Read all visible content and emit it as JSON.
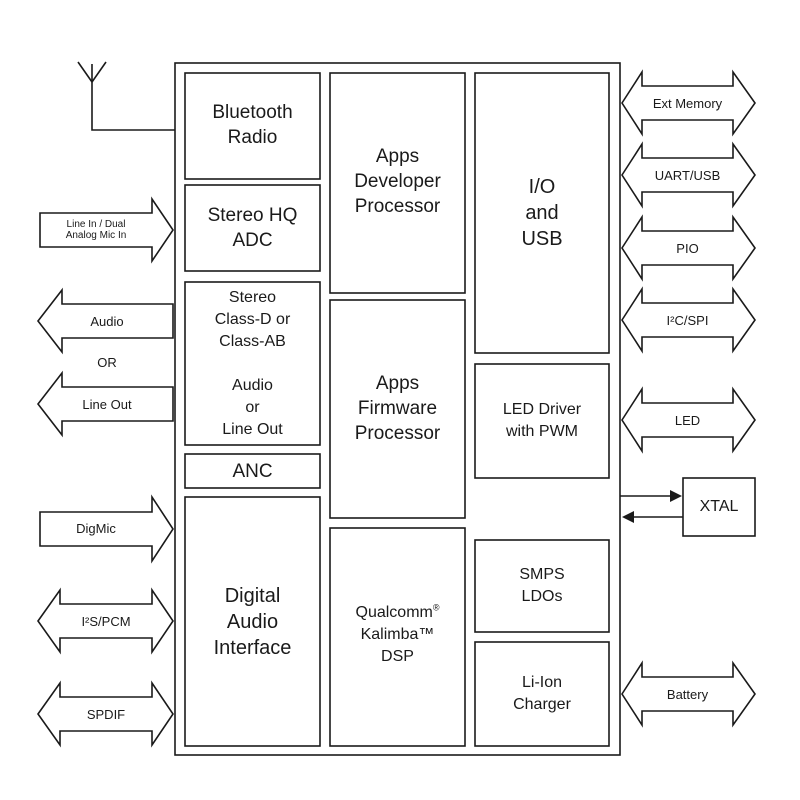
{
  "blocks": {
    "bluetooth_radio": "Bluetooth\nRadio",
    "stereo_adc": "Stereo HQ\nADC",
    "class_d": "Stereo\nClass-D or\nClass-AB\n\nAudio\nor\nLine Out",
    "anc": "ANC",
    "digital_audio": "Digital\nAudio\nInterface",
    "apps_developer": "Apps\nDeveloper\nProcessor",
    "apps_firmware": "Apps\nFirmware\nProcessor",
    "qualcomm_name": "Qualcomm",
    "qualcomm_reg": "®",
    "kalimba_dsp": "Kalimba™\nDSP",
    "io_usb": "I/O\nand\nUSB",
    "led_driver": "LED Driver\nwith PWM",
    "smps": "SMPS\nLDOs",
    "charger": "Li-Ion\nCharger",
    "xtal": "XTAL"
  },
  "left_ports": {
    "line_in": "Line In / Dual\nAnalog Mic In",
    "audio": "Audio",
    "or": "OR",
    "line_out": "Line Out",
    "digmic": "DigMic",
    "i2s": "I²S/PCM",
    "spdif": "SPDIF"
  },
  "right_ports": {
    "ext_memory": "Ext Memory",
    "uart_usb": "UART/USB",
    "pio": "PIO",
    "i2c_spi": "I²C/SPI",
    "led": "LED",
    "battery": "Battery"
  },
  "colors": {
    "line": "#1a1a1a",
    "fill": "#ffffff"
  }
}
